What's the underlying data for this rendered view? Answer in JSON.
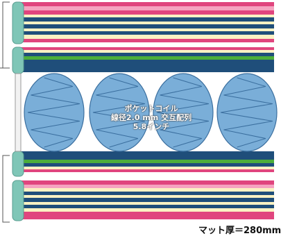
{
  "coil_caption": {
    "line1": "ポケットコイル",
    "line2": "線径2.0 mm 交互配列",
    "line3": "5.8インチ"
  },
  "thickness_label": "マット厚＝280mm",
  "colors": {
    "teal": "#7fc6b7",
    "navy": "#1f4e7a",
    "magenta": "#e0457e",
    "pink": "#f5a3c0",
    "cream": "#fbf2c3",
    "green": "#4cae3a",
    "coil_fill": "#7aaed8",
    "coil_stroke": "#3a6e9e",
    "bracket": "#555555"
  }
}
